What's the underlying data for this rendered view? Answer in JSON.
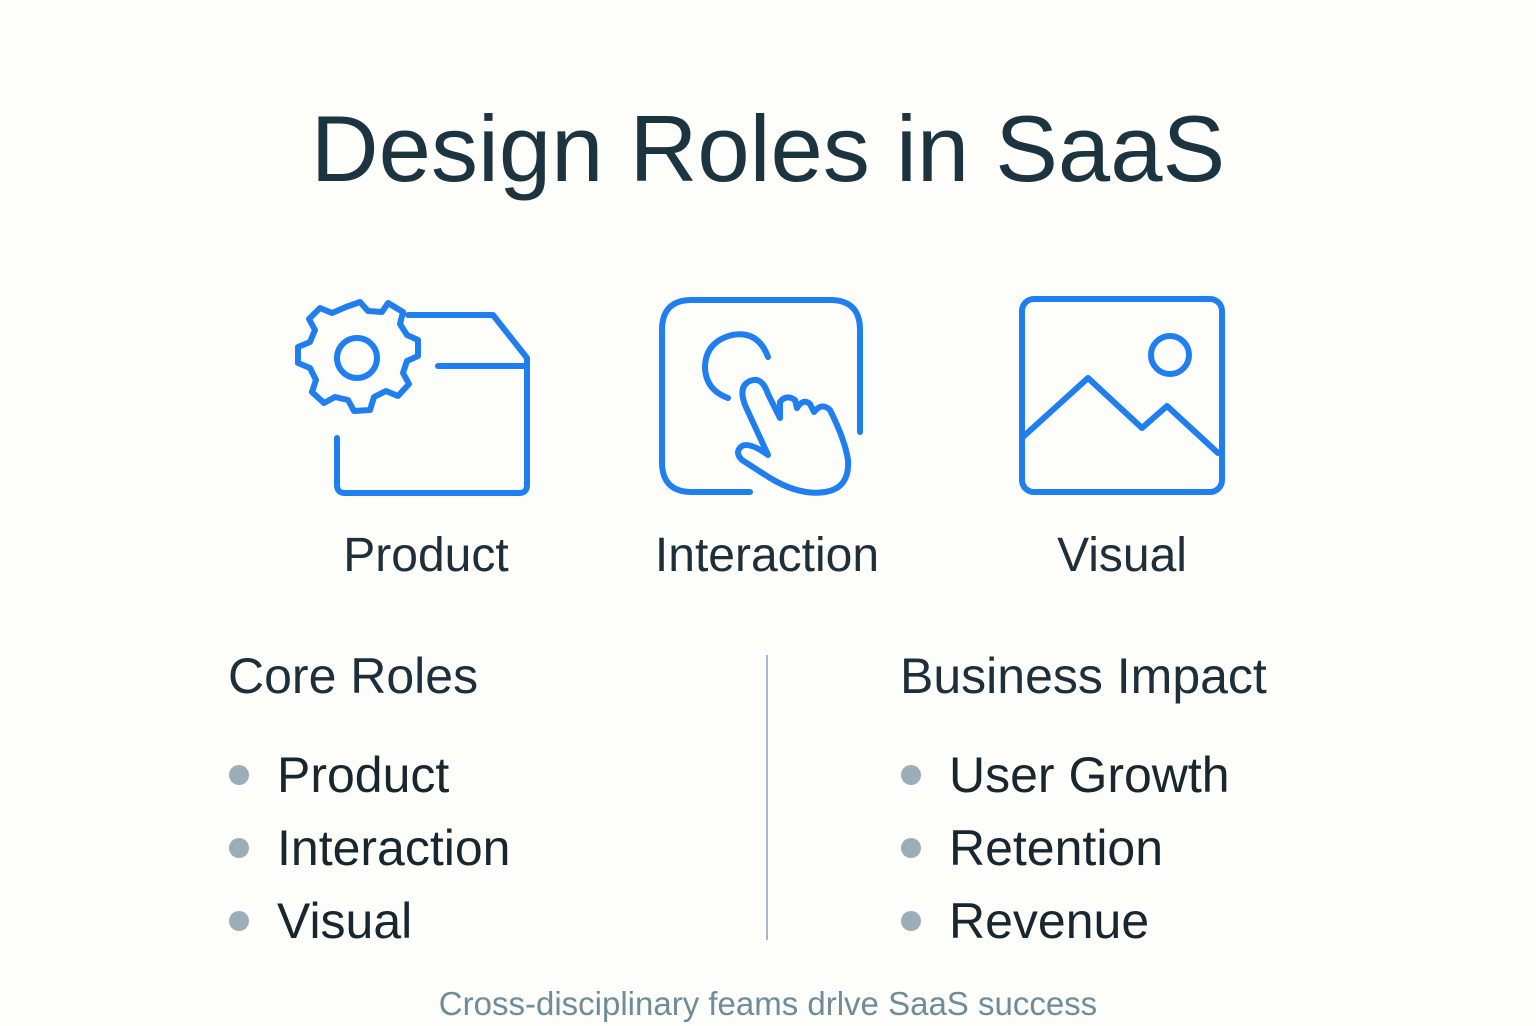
{
  "title": "Design Roles in SaaS",
  "colors": {
    "accent": "#1f7ef0",
    "text": "#1c3140",
    "bullet": "#9aaeb8",
    "divider": "#a8bac5",
    "footer": "#6f8c99",
    "background": "#fdfdf9"
  },
  "roles": [
    {
      "label": "Product",
      "icon": "gear-box-icon"
    },
    {
      "label": "Interaction",
      "icon": "tap-hand-icon"
    },
    {
      "label": "Visual",
      "icon": "image-icon"
    }
  ],
  "sections": {
    "core_roles": {
      "heading": "Core Roles",
      "items": [
        "Product",
        "Interaction",
        "Visual"
      ]
    },
    "business_impact": {
      "heading": "Business Impact",
      "items": [
        "User Growth",
        "Retention",
        "Revenue"
      ]
    }
  },
  "footer": "Cross-disciplinary feams drlve SaaS success"
}
